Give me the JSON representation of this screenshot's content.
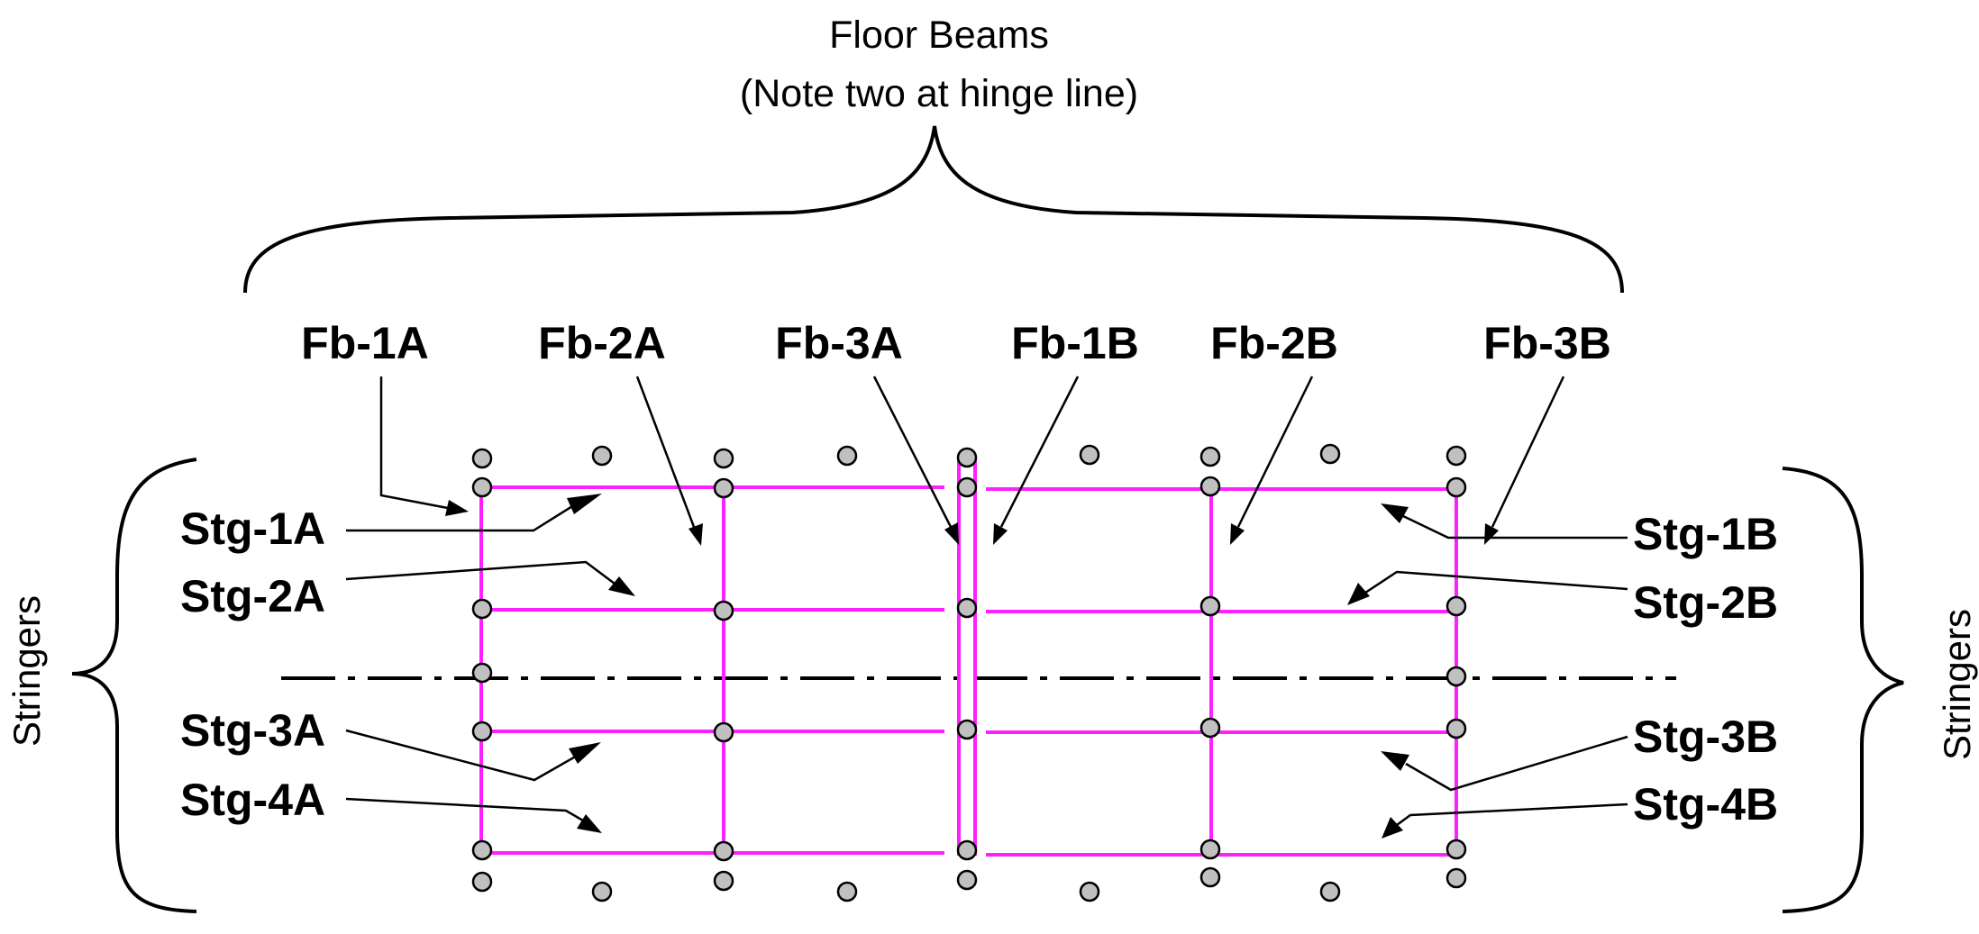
{
  "top_label": {
    "line1": "Floor Beams",
    "line2": "(Note two at hinge line)"
  },
  "side_labels": {
    "left": "Stringers",
    "right": "Stringers"
  },
  "floor_beams": [
    {
      "id": "fb-1a",
      "label": "Fb-1A"
    },
    {
      "id": "fb-2a",
      "label": "Fb-2A"
    },
    {
      "id": "fb-3a",
      "label": "Fb-3A"
    },
    {
      "id": "fb-1b",
      "label": "Fb-1B"
    },
    {
      "id": "fb-2b",
      "label": "Fb-2B"
    },
    {
      "id": "fb-3b",
      "label": "Fb-3B"
    }
  ],
  "stringers": [
    {
      "id": "stg-1a",
      "label": "Stg-1A"
    },
    {
      "id": "stg-2a",
      "label": "Stg-2A"
    },
    {
      "id": "stg-3a",
      "label": "Stg-3A"
    },
    {
      "id": "stg-4a",
      "label": "Stg-4A"
    },
    {
      "id": "stg-1b",
      "label": "Stg-1B"
    },
    {
      "id": "stg-2b",
      "label": "Stg-2B"
    },
    {
      "id": "stg-3b",
      "label": "Stg-3B"
    },
    {
      "id": "stg-4b",
      "label": "Stg-4B"
    }
  ],
  "colors": {
    "member": "#ff20ff",
    "node_fill": "#c0c0c0",
    "line": "#000000"
  }
}
